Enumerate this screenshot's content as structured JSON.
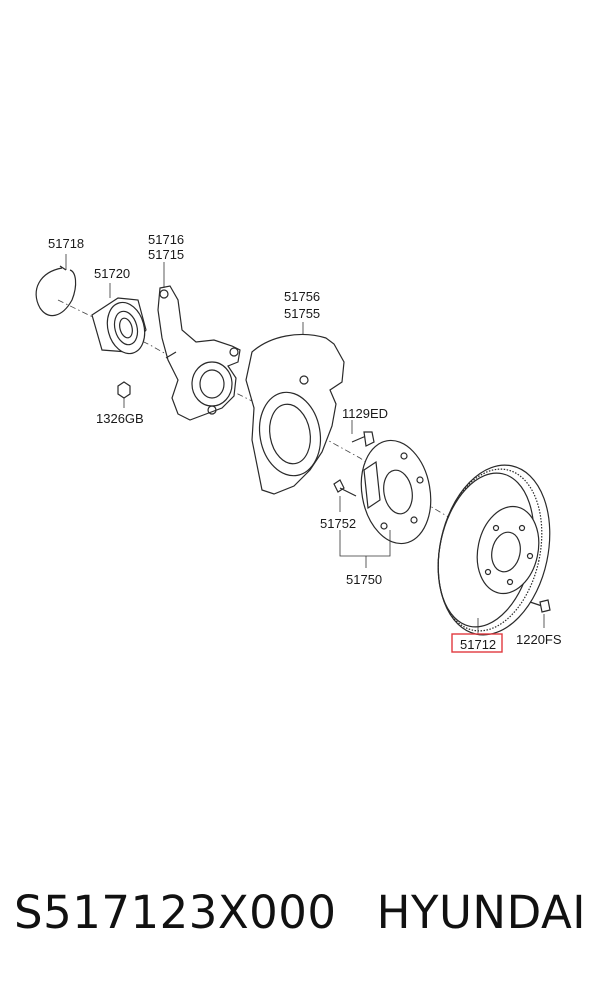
{
  "diagram": {
    "labels": {
      "p51718": "51718",
      "p51720": "51720",
      "p51716": "51716",
      "p51715": "51715",
      "p1326GB": "1326GB",
      "p51756": "51756",
      "p51755": "51755",
      "p1129ED": "1129ED",
      "p51752": "51752",
      "p51750": "51750",
      "p51712": "51712",
      "p1220FS": "1220FS"
    },
    "highlight_color": "#e0393e"
  },
  "footer": {
    "part_number": "S517123X000",
    "brand": "HYUNDAI"
  }
}
